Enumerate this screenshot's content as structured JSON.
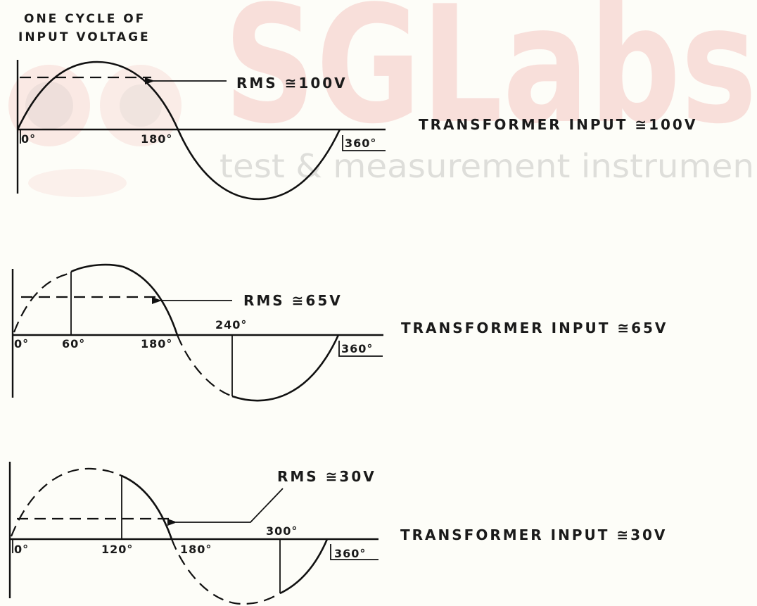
{
  "watermark": {
    "logo": "SGLabs",
    "tagline": "test & measurement instrumen"
  },
  "header": {
    "line1": "ONE CYCLE OF",
    "line2": "INPUT VOLTAGE"
  },
  "panels": [
    {
      "rms_label": "RMS ≅100V",
      "transformer_input": "TRANSFORMER INPUT ≅100V",
      "conduction_start_deg": 0,
      "angle_labels": [
        "0°",
        "180°",
        "360°"
      ]
    },
    {
      "rms_label": "RMS ≅65V",
      "transformer_input": "TRANSFORMER INPUT ≅65V",
      "conduction_start_deg": 60,
      "angle_labels": [
        "0°",
        "60°",
        "180°",
        "240°",
        "360°"
      ]
    },
    {
      "rms_label": "RMS ≅30V",
      "transformer_input": "TRANSFORMER INPUT ≅30V",
      "conduction_start_deg": 120,
      "angle_labels": [
        "0°",
        "120°",
        "180°",
        "300°",
        "360°"
      ]
    }
  ]
}
